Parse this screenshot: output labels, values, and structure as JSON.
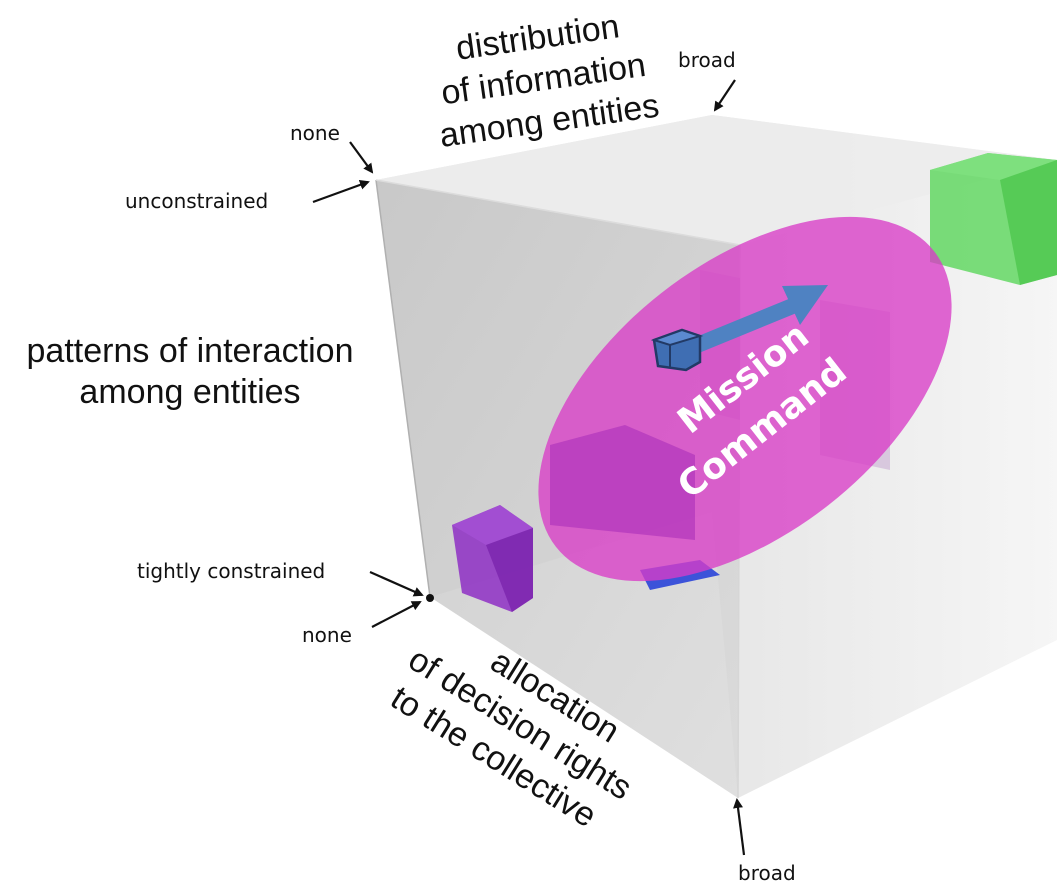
{
  "axes": {
    "information": {
      "title_lines": [
        "distribution",
        "of information",
        "among entities"
      ],
      "low_label": "none",
      "high_label": "broad"
    },
    "interaction": {
      "title_lines": [
        "patterns of interaction",
        "among entities"
      ],
      "low_label": "tightly constrained",
      "high_label": "unconstrained"
    },
    "decision_rights": {
      "title_lines": [
        "allocation",
        "of decision rights",
        "to the collective"
      ],
      "low_label": "none",
      "high_label": "broad"
    }
  },
  "highlight": {
    "lines": [
      "Mission",
      "Command"
    ],
    "color": "#d83cc6"
  },
  "colors": {
    "cube_face": "#c9c9c9",
    "green_box": "#5ad65a",
    "purple_box": "#8e2fc4",
    "blue_box": "#4a78c0",
    "arrow": "#4f82c2"
  },
  "icons": [
    "arrow-icon",
    "small-cube-icon"
  ]
}
